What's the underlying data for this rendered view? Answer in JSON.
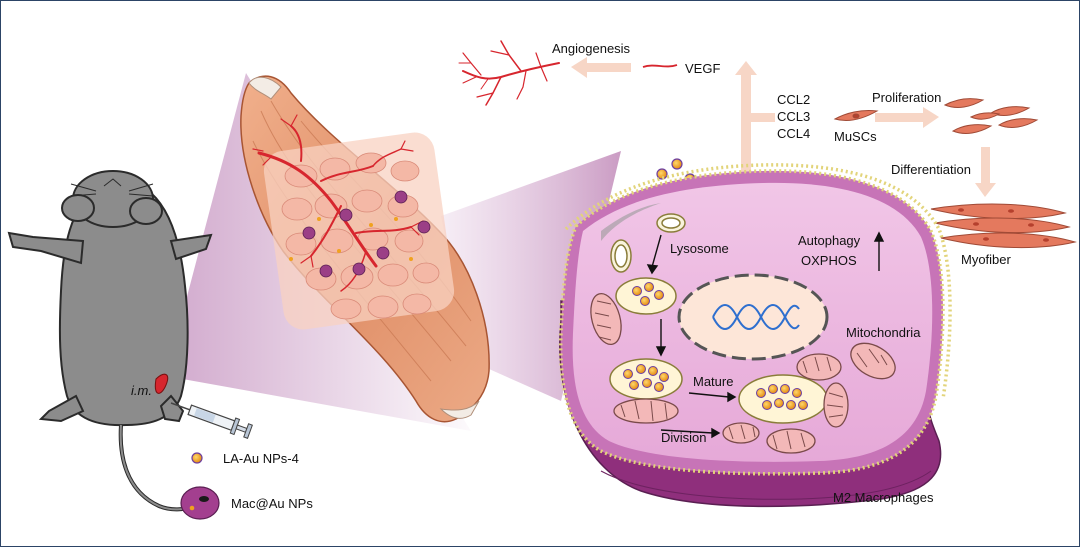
{
  "labels": {
    "angiogenesis": "Angiogenesis",
    "vegf": "VEGF",
    "ccl2": "CCL2",
    "ccl3": "CCL3",
    "ccl4": "CCL4",
    "proliferation": "Proliferation",
    "muscs": "MuSCs",
    "differentiation": "Differentiation",
    "myofiber": "Myofiber",
    "autophagy": "Autophagy",
    "oxphos": "OXPHOS",
    "lysosome": "Lysosome",
    "mitochondria": "Mitochondria",
    "mature": "Mature",
    "division": "Division",
    "m2_macrophages": "M2 Macrophages",
    "im": "i.m.",
    "la_au": "LA-Au NPs-4",
    "mac_au": "Mac@Au NPs"
  },
  "colors": {
    "border": "#2c4466",
    "vessel": "#d7262e",
    "arrow_pale": "#f7d6c6",
    "mouse_fill": "#8c8c8c",
    "muscle": "#e9a37d",
    "cell_membrane": "#9b3f86",
    "cell_inner": "#d58bc8",
    "nanoparticle": "#f0a21f",
    "dna": "#2e6fcf"
  },
  "icons": [
    "mouse",
    "syringe",
    "muscle-bundle",
    "blood-vessel",
    "nanoparticle",
    "macrophage",
    "lysosome",
    "mitochondrion",
    "dna-helix",
    "satellite-cell",
    "myofiber"
  ]
}
